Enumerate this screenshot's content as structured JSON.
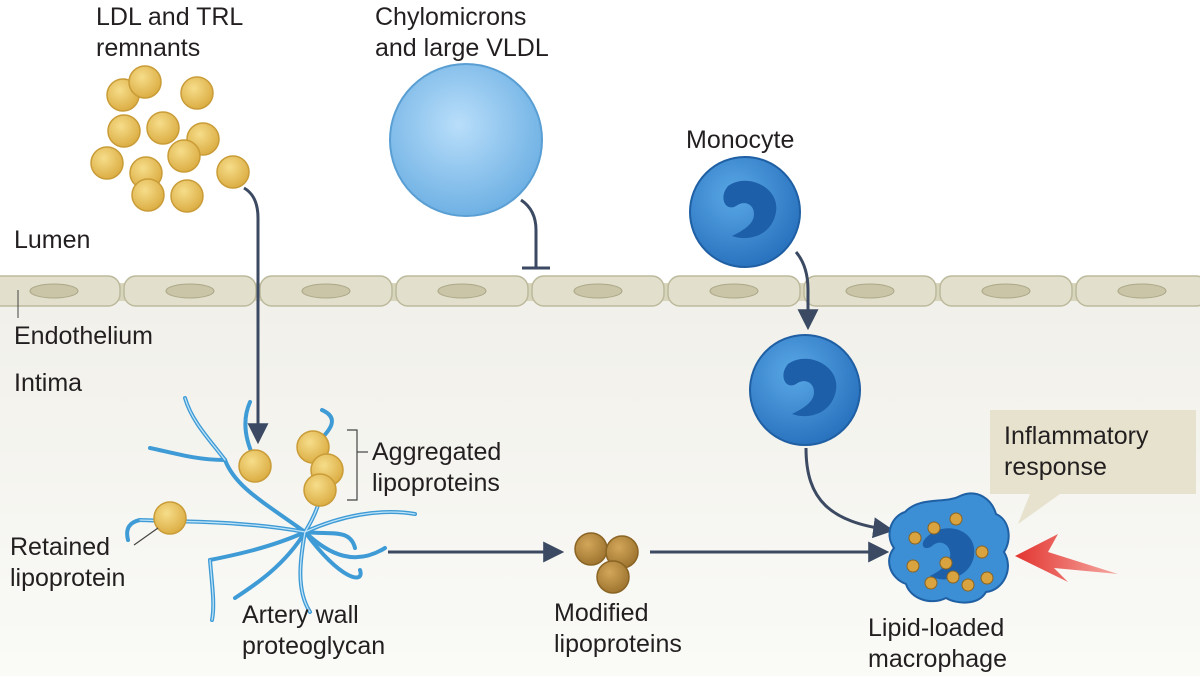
{
  "labels": {
    "ldl_trl": [
      "LDL and TRL",
      "remnants"
    ],
    "chylomicrons": [
      "Chylomicrons",
      "and large VLDL"
    ],
    "monocyte": "Monocyte",
    "lumen": "Lumen",
    "endothelium": "Endothelium",
    "intima": "Intima",
    "aggregated": [
      "Aggregated",
      "lipoproteins"
    ],
    "retained": [
      "Retained",
      "lipoprotein"
    ],
    "proteoglycan": [
      "Artery wall",
      "proteoglycan"
    ],
    "modified": [
      "Modified",
      "lipoproteins"
    ],
    "macrophage": [
      "Lipid-loaded",
      "macrophage"
    ],
    "inflammatory": [
      "Inflammatory",
      "response"
    ]
  },
  "colors": {
    "lipoprotein": "#e8c25a",
    "modified_lipoprotein": "#b98a3a",
    "chylomicron": "#8cc4ea",
    "monocyte": "#3c8fd4",
    "proteoglycan": "#4aa6dd",
    "endothelial_cell": "#e2e0cc",
    "intima_bg": "#f4f3ee",
    "arrow": "#3b4a62",
    "callout": "#e6e2cd",
    "lightning": "#e8403a"
  }
}
